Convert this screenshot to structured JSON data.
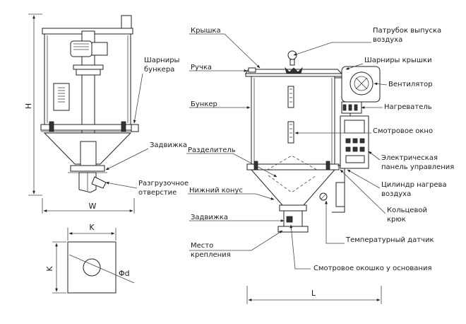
{
  "labels": {
    "lid": "Крышка",
    "handle": "Ручка",
    "hopper": "Бункер",
    "divider": "Разделитель",
    "lower_cone": "Нижний конус",
    "gate_right": "Задвижка",
    "mount_point": "Место крепления",
    "outlet_pipe": "Патрубок выпуска воздуха",
    "lid_hinges": "Шарниры крышки",
    "fan": "Вентилятор",
    "heater": "Нагреватель",
    "sight_window": "Смотровое окно",
    "control_panel": "Электрическая панель управления",
    "heating_cylinder": "Цилиндр нагрева воздуха",
    "ring_hook": "Кольцевой крюк",
    "temp_sensor": "Температурный датчик",
    "base_sight": "Смотровое окошко у основания",
    "hopper_hinges": "Шарниры бункера",
    "gate_left": "Задвижка",
    "discharge": "Разгрузочное отверстие"
  },
  "dimensions": {
    "H": "H",
    "W": "W",
    "K_top": "K",
    "K_side": "K",
    "phi_d": "Φd",
    "L": "L"
  }
}
